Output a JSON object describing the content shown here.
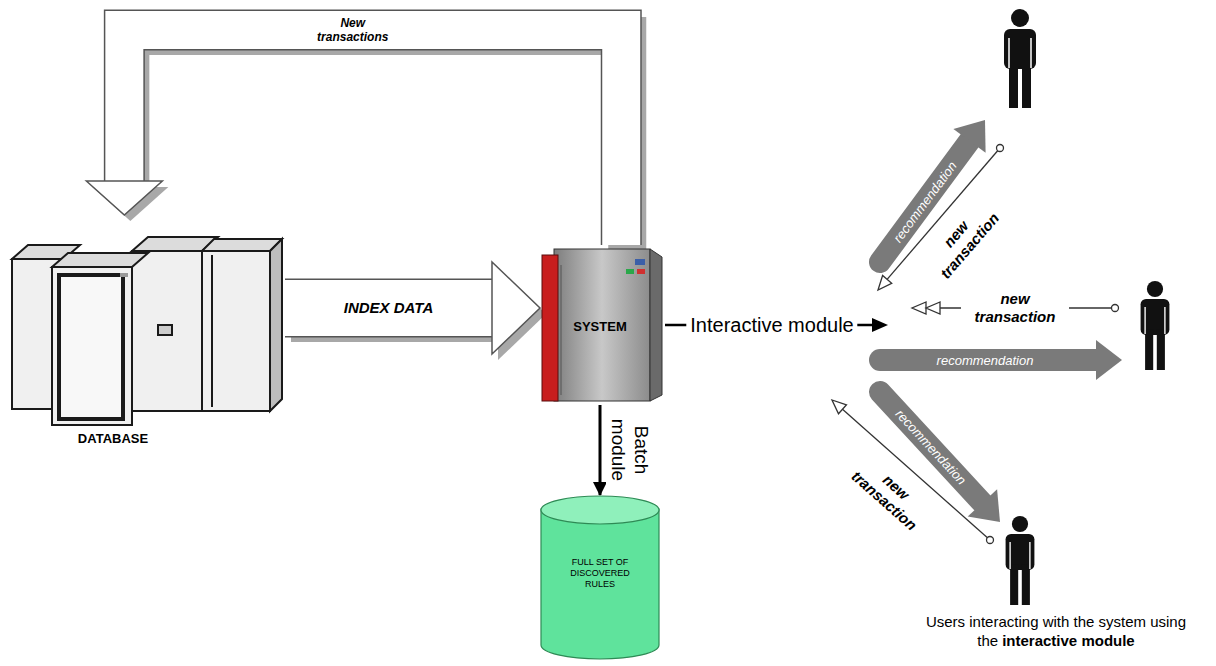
{
  "diagram": {
    "nodes": [
      {
        "text": [
          "DATABASE"
        ]
      },
      {
        "text": [
          "SYSTEM"
        ]
      },
      {
        "text": [
          "FULL SET OF DISCOVERED RULES"
        ]
      },
      {
        "text": [
          "Users interacting with the system using the",
          "interactive module"
        ]
      }
    ],
    "edges": [
      {
        "from": 1,
        "to": 0,
        "label": "New transactions",
        "arrow": "to"
      },
      {
        "from": 0,
        "to": 1,
        "label": "INDEX DATA",
        "arrow": "to"
      },
      {
        "from": 1,
        "to": 2,
        "label": "Batch module",
        "arrow": "to"
      }
    ],
    "labels": [
      "Interactive module",
      "recommendation",
      "new transaction",
      "new transaction",
      "recommendation",
      "recommendation",
      "new transaction"
    ]
  }
}
